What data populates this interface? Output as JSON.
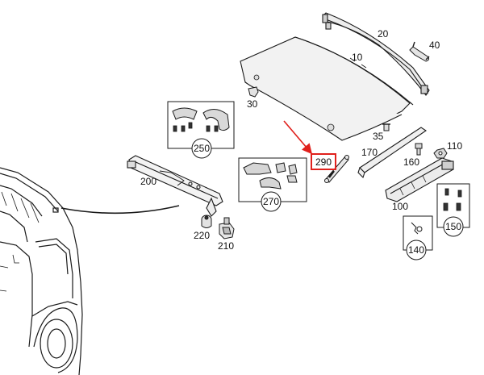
{
  "diagram": {
    "highlight_color": "#e0201c",
    "line_color": "#1a1a1a",
    "part_labels": {
      "p10": "10",
      "p20": "20",
      "p30": "30",
      "p35": "35",
      "p40": "40",
      "p100": "100",
      "p110": "110",
      "p140": "140",
      "p150": "150",
      "p160": "160",
      "p170": "170",
      "p200": "200",
      "p210": "210",
      "p220": "220",
      "p250": "250",
      "p270": "270",
      "p290": "290"
    },
    "highlighted_part": "290"
  }
}
